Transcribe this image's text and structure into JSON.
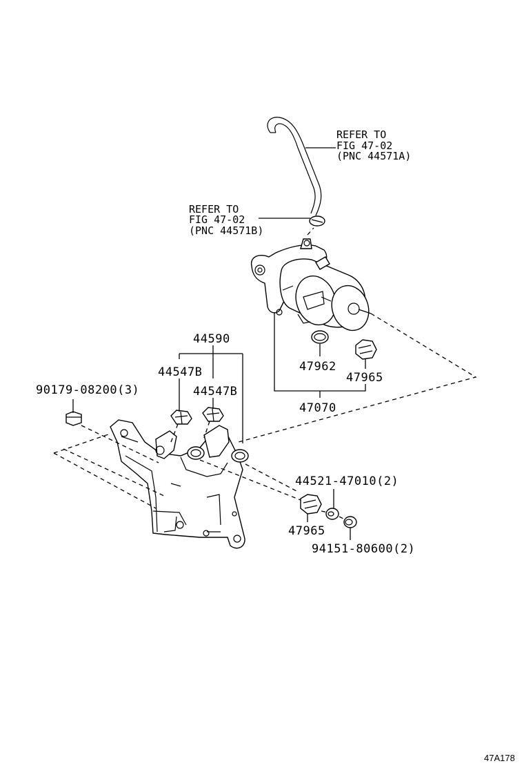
{
  "labels": {
    "refer_a": [
      "REFER TO",
      "FIG 47-02",
      "(PNC 44571A)"
    ],
    "refer_b": [
      "REFER TO",
      "FIG 47-02",
      "(PNC 44571B)"
    ],
    "p44590": "44590",
    "p44547b_1": "44547B",
    "p44547b_2": "44547B",
    "p90179": "90179-08200(3)",
    "p47962": "47962",
    "p47965_top": "47965",
    "p47070": "47070",
    "p44521": "44521-47010(2)",
    "p47965_bottom": "47965",
    "p94151": "94151-80600(2)"
  },
  "figure_code": "47A178"
}
